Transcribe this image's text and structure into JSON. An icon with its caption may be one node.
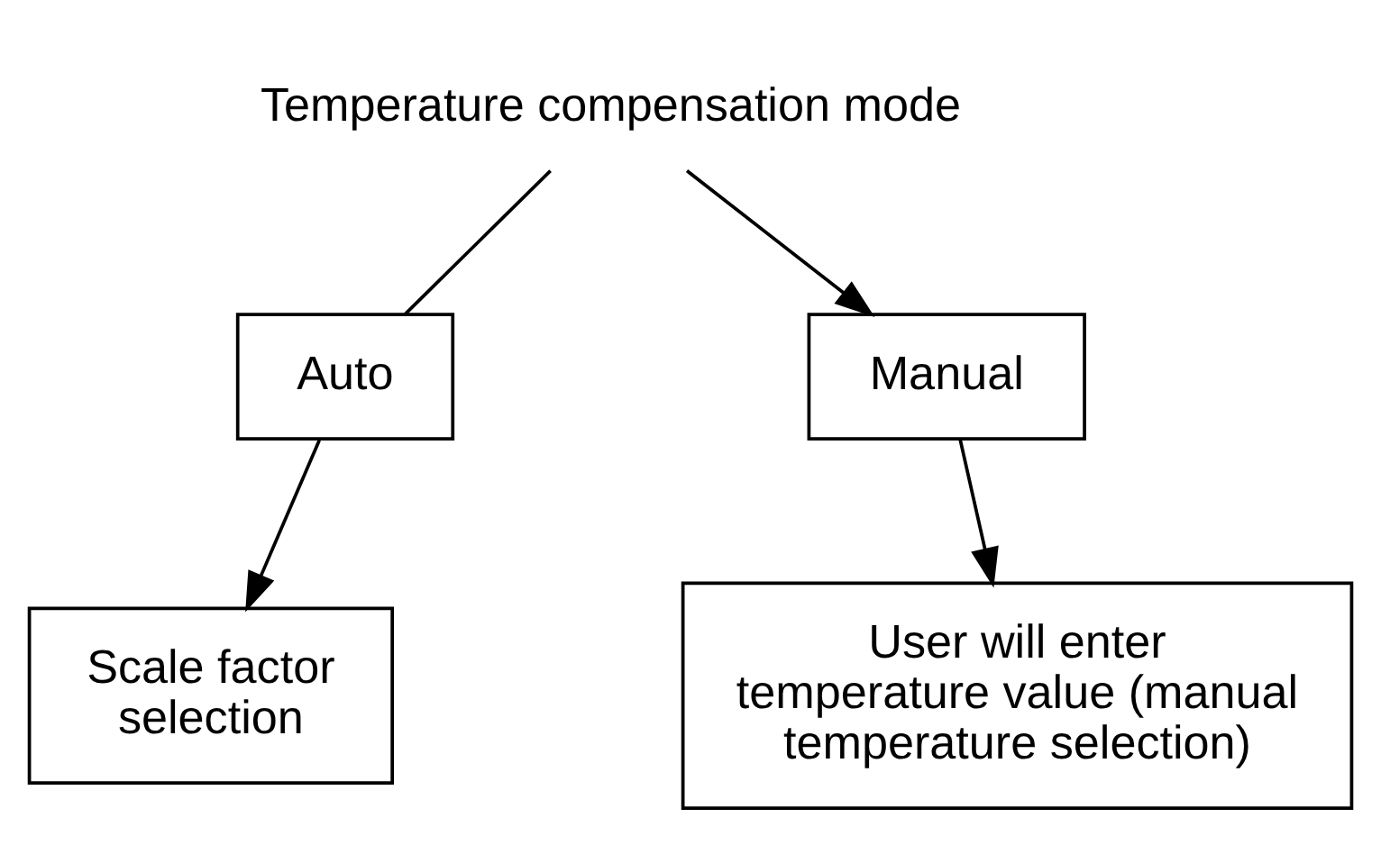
{
  "diagram": {
    "nodes": [
      {
        "text": [
          "Temperature compensation mode"
        ]
      },
      {
        "text": [
          "Auto"
        ]
      },
      {
        "text": [
          "Manual"
        ]
      },
      {
        "text": [
          "Scale factor selection"
        ]
      },
      {
        "text": [
          "User will enter temperature value (manual temperature selection)"
        ]
      }
    ],
    "edges": [
      {
        "from": 0,
        "to": 1,
        "arrow": "none"
      },
      {
        "from": 0,
        "to": 2,
        "arrow": "to"
      },
      {
        "from": 1,
        "to": 3,
        "arrow": "to"
      },
      {
        "from": 2,
        "to": 4,
        "arrow": "to"
      }
    ]
  }
}
